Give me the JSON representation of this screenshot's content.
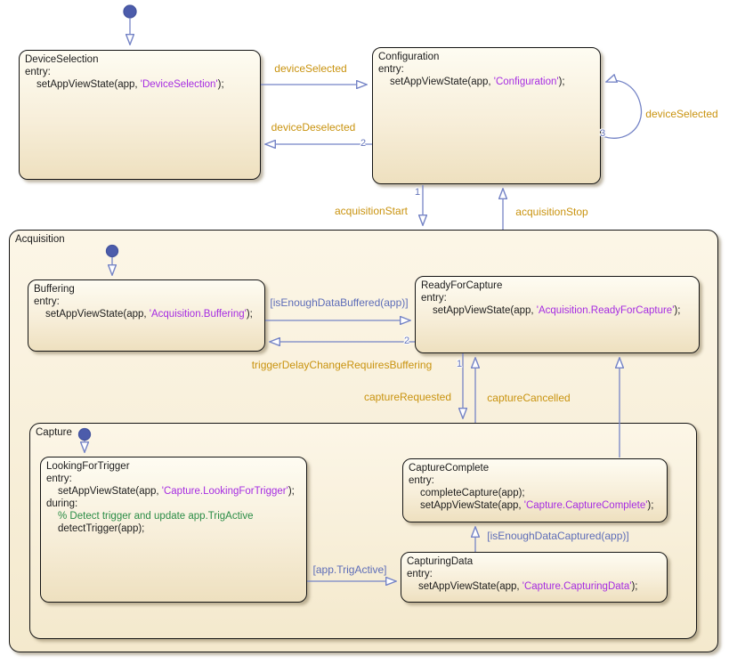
{
  "chart": {
    "states": {
      "deviceSelection": {
        "title": "DeviceSelection",
        "entry_label": "entry:",
        "action_pre": "setAppViewState(app, ",
        "action_str": "'DeviceSelection'",
        "action_post": ");"
      },
      "configuration": {
        "title": "Configuration",
        "entry_label": "entry:",
        "action_pre": "setAppViewState(app, ",
        "action_str": "'Configuration'",
        "action_post": ");"
      },
      "acquisition": {
        "title": "Acquisition"
      },
      "buffering": {
        "title": "Buffering",
        "entry_label": "entry:",
        "action_pre": "setAppViewState(app, ",
        "action_str": "'Acquisition.Buffering'",
        "action_post": ");"
      },
      "readyForCapture": {
        "title": "ReadyForCapture",
        "entry_label": "entry:",
        "action_pre": "setAppViewState(app, ",
        "action_str": "'Acquisition.ReadyForCapture'",
        "action_post": ");"
      },
      "capture": {
        "title": "Capture"
      },
      "lookingForTrigger": {
        "title": "LookingForTrigger",
        "entry_label": "entry:",
        "action_pre": "setAppViewState(app, ",
        "action_str": "'Capture.LookingForTrigger'",
        "action_post": ");",
        "during_label": "during:",
        "comment": "% Detect trigger and update app.TrigActive",
        "during_action": "detectTrigger(app);"
      },
      "captureComplete": {
        "title": "CaptureComplete",
        "entry_label": "entry:",
        "action1": "completeCapture(app);",
        "action2_pre": "setAppViewState(app, ",
        "action2_str": "'Capture.CaptureComplete'",
        "action2_post": ");"
      },
      "capturingData": {
        "title": "CapturingData",
        "entry_label": "entry:",
        "action_pre": "setAppViewState(app, ",
        "action_str": "'Capture.CapturingData'",
        "action_post": ");"
      }
    },
    "transitions": {
      "deviceSelected": {
        "label": "deviceSelected"
      },
      "deviceDeselected": {
        "label": "deviceDeselected",
        "order": "2"
      },
      "configSelfLoop": {
        "label": "deviceSelected",
        "order": "3"
      },
      "acquisitionStart": {
        "label": "acquisitionStart",
        "order": "1"
      },
      "acquisitionStop": {
        "label": "acquisitionStop"
      },
      "isEnoughDataBuffered": {
        "label": "[isEnoughDataBuffered(app)]"
      },
      "triggerDelay": {
        "label": "triggerDelayChangeRequiresBuffering",
        "order": "2"
      },
      "captureRequested": {
        "label": "captureRequested",
        "order": "1"
      },
      "captureCancelled": {
        "label": "captureCancelled"
      },
      "appTrigActive": {
        "label": "[app.TrigActive]"
      },
      "isEnoughDataCaptured": {
        "label": "[isEnoughDataCaptured(app)]"
      }
    },
    "colors": {
      "event_label": "#c9930f",
      "condition_label": "#5d6db8",
      "transition_line": "#7584c6",
      "string_literal": "#a62ce2",
      "comment": "#2a8c46",
      "state_fill_top": "#fefcf2",
      "state_fill_bottom": "#eee0bf",
      "default_node": "#4c5cab"
    }
  }
}
